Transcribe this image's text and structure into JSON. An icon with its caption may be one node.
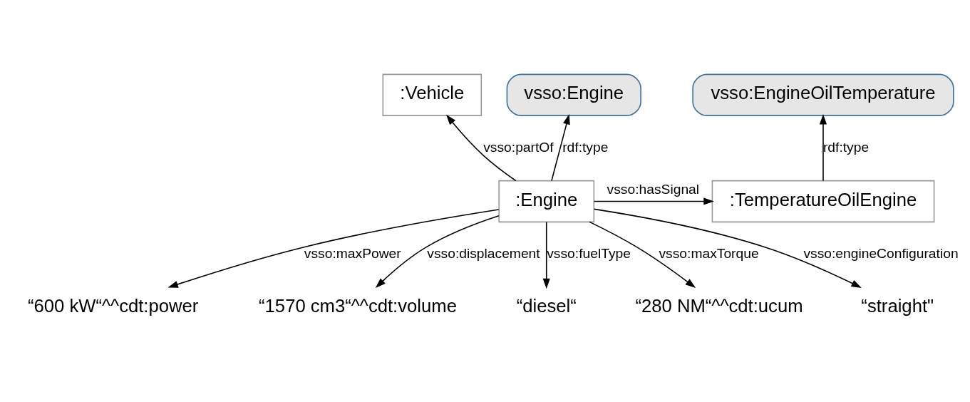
{
  "diagram": {
    "nodes": [
      {
        "text": [
          ":Vehicle"
        ]
      },
      {
        "text": [
          "vsso:Engine"
        ]
      },
      {
        "text": [
          "vsso:EngineOilTemperature"
        ]
      },
      {
        "text": [
          ":Engine"
        ]
      },
      {
        "text": [
          ":TemperatureOilEngine"
        ]
      },
      {
        "text": [
          "“600 kW“^^cdt:power"
        ]
      },
      {
        "text": [
          "“1570 cm3“^^cdt:volume"
        ]
      },
      {
        "text": [
          "“diesel“"
        ]
      },
      {
        "text": [
          "“280 NM“^^cdt:ucum"
        ]
      },
      {
        "text": [
          "“straight\""
        ]
      }
    ],
    "edges": [
      {
        "from": 3,
        "to": 1,
        "arrow": "to",
        "label": "rdf:type"
      },
      {
        "from": 3,
        "to": 0,
        "arrow": "to",
        "label": "vsso:partOf"
      },
      {
        "from": 3,
        "to": 4,
        "arrow": "to",
        "label": "vsso:hasSignal"
      },
      {
        "from": 4,
        "to": 2,
        "arrow": "to",
        "label": "rdf:type"
      },
      {
        "from": 3,
        "to": 5,
        "arrow": "to",
        "label": "vsso:maxPower"
      },
      {
        "from": 3,
        "to": 6,
        "arrow": "to",
        "label": "vsso:displacement"
      },
      {
        "from": 3,
        "to": 7,
        "arrow": "to",
        "label": "vsso:fuelType"
      },
      {
        "from": 3,
        "to": 8,
        "arrow": "to",
        "label": "vsso:maxTorque"
      },
      {
        "from": 3,
        "to": 9,
        "arrow": "to",
        "label": "vsso:engineConfiguration"
      }
    ]
  }
}
